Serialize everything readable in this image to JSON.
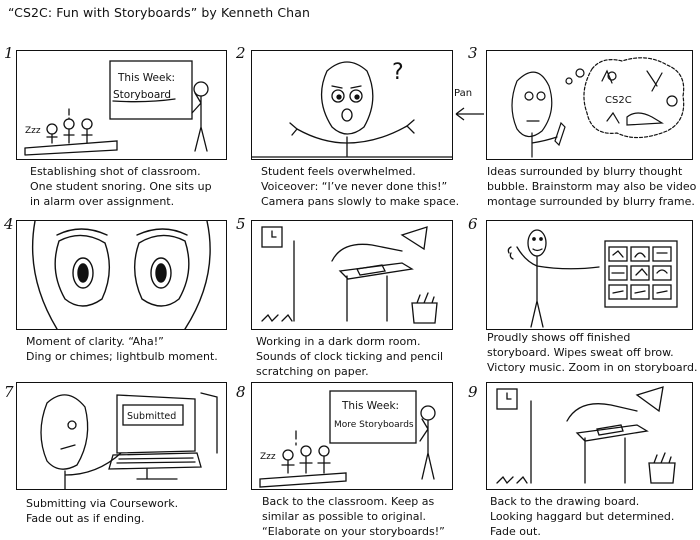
{
  "title": "“CS2C: Fun with Storyboards” by Kenneth Chan",
  "pan_label": "Pan",
  "panels": [
    {
      "number": "1",
      "board_line1": "This Week:",
      "board_line2": "Storyboard",
      "zzz": "Zzz",
      "caption": [
        "Establishing shot of classroom.",
        "One student snoring. One sits up",
        "in alarm over assignment."
      ]
    },
    {
      "number": "2",
      "question": "?",
      "caption": [
        "Student feels overwhelmed.",
        "Voiceover: “I’ve never done this!”",
        "Camera pans slowly to make space."
      ]
    },
    {
      "number": "3",
      "bubble_text": "CS2C",
      "caption": [
        "Ideas surrounded by blurry thought",
        "bubble. Brainstorm may also be video",
        "montage surrounded by blurry frame."
      ]
    },
    {
      "number": "4",
      "caption": [
        "Moment of clarity. “Aha!”",
        "Ding or chimes; lightbulb moment."
      ]
    },
    {
      "number": "5",
      "caption": [
        "Working in a dark dorm room.",
        "Sounds of clock ticking and pencil",
        "scratching on paper."
      ]
    },
    {
      "number": "6",
      "caption": [
        "Proudly shows off finished",
        "storyboard. Wipes sweat off brow.",
        "Victory music. Zoom in on storyboard."
      ]
    },
    {
      "number": "7",
      "screen_text": "Submitted",
      "caption": [
        "Submitting via Coursework.",
        "Fade out as if ending."
      ]
    },
    {
      "number": "8",
      "board_line1": "This Week:",
      "board_line2": "More Storyboards",
      "zzz": "Zzz",
      "caption": [
        "Back to the classroom. Keep as",
        "similar as possible to original.",
        "“Elaborate on your storyboards!”"
      ]
    },
    {
      "number": "9",
      "caption": [
        "Back to the drawing board.",
        "Looking haggard but determined.",
        "Fade out."
      ]
    }
  ]
}
